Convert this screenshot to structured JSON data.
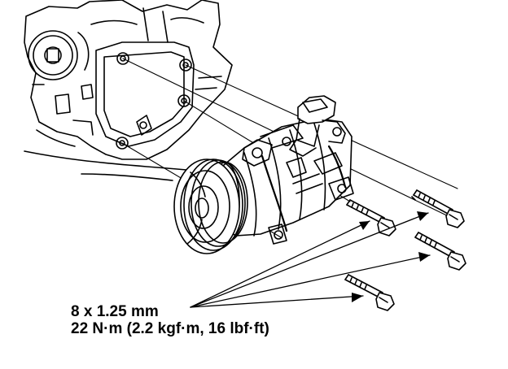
{
  "callout": {
    "bolt_size": "8 x 1.25 mm",
    "torque": "22 N·m (2.2 kgf·m, 16 lbf·ft)"
  },
  "colors": {
    "line": "#000000",
    "background": "#ffffff"
  },
  "parts": [
    "engine-block",
    "compressor",
    "compressor-pulley",
    "mounting-bolts"
  ]
}
